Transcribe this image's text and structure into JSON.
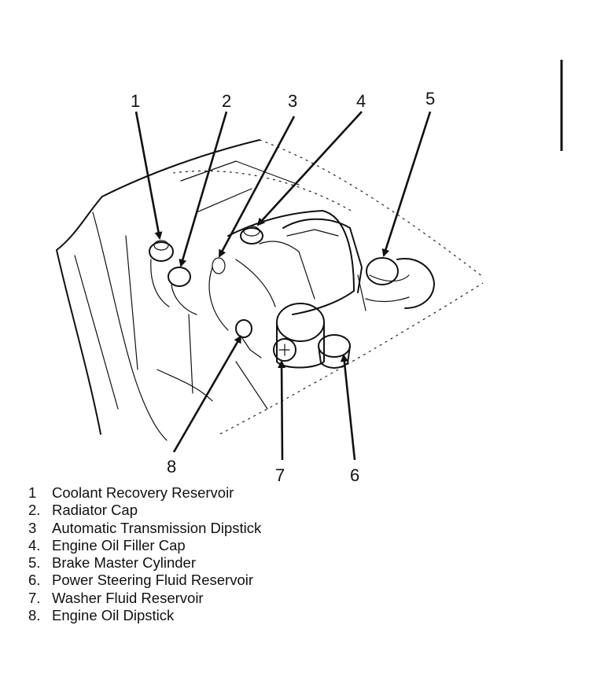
{
  "diagram": {
    "callouts": [
      {
        "id": "1",
        "text": "1"
      },
      {
        "id": "2",
        "text": "2"
      },
      {
        "id": "3",
        "text": "3"
      },
      {
        "id": "4",
        "text": "4"
      },
      {
        "id": "5",
        "text": "5"
      },
      {
        "id": "6",
        "text": "6"
      },
      {
        "id": "7",
        "text": "7"
      },
      {
        "id": "8",
        "text": "8"
      }
    ],
    "legend": [
      {
        "num": "1",
        "label": "Coolant Recovery Reservoir"
      },
      {
        "num": "2.",
        "label": "Radiator Cap"
      },
      {
        "num": "3",
        "label": "Automatic Transmission Dipstick"
      },
      {
        "num": "4.",
        "label": "Engine Oil Filler Cap"
      },
      {
        "num": "5.",
        "label": "Brake Master Cylinder"
      },
      {
        "num": "6.",
        "label": "Power Steering Fluid Reservoir"
      },
      {
        "num": "7.",
        "label": "Washer Fluid Reservoir"
      },
      {
        "num": "8.",
        "label": "Engine Oil Dipstick"
      }
    ]
  }
}
